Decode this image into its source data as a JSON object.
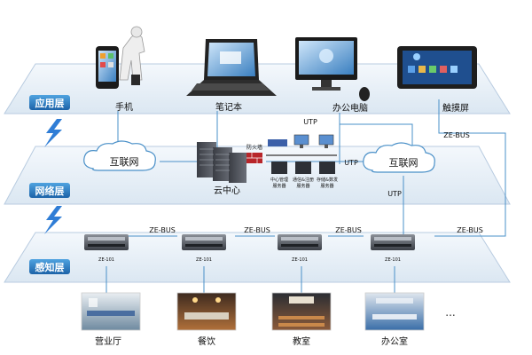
{
  "layers": {
    "application": "应用层",
    "network": "网络层",
    "perception": "感知层"
  },
  "devices": {
    "phone": "手机",
    "laptop": "笔记本",
    "office_pc": "办公电脑",
    "touchscreen": "触摸屏"
  },
  "network": {
    "internet_left": "互联网",
    "internet_right": "互联网",
    "cloud_center": "云中心",
    "firewall": "防火墙",
    "udp_top": "UTP",
    "udp_mid": "UTP",
    "udp_low": "UTP",
    "servers": [
      {
        "line1": "中心管理",
        "line2": "服务器"
      },
      {
        "line1": "通信&注册",
        "line2": "服务器"
      },
      {
        "line1": "存储&数发",
        "line2": "服务器"
      }
    ]
  },
  "bus": {
    "label": "ZE-BUS",
    "module_text": "ZE-101"
  },
  "places": {
    "hall": "营业厅",
    "dining": "餐饮",
    "classroom": "教室",
    "office": "办公室",
    "more": "..."
  },
  "colors": {
    "layer_badge": "#2a7fc4",
    "line": "#4a90c8",
    "lightning": "#2f7dd6",
    "firewall": "#b8262a"
  }
}
